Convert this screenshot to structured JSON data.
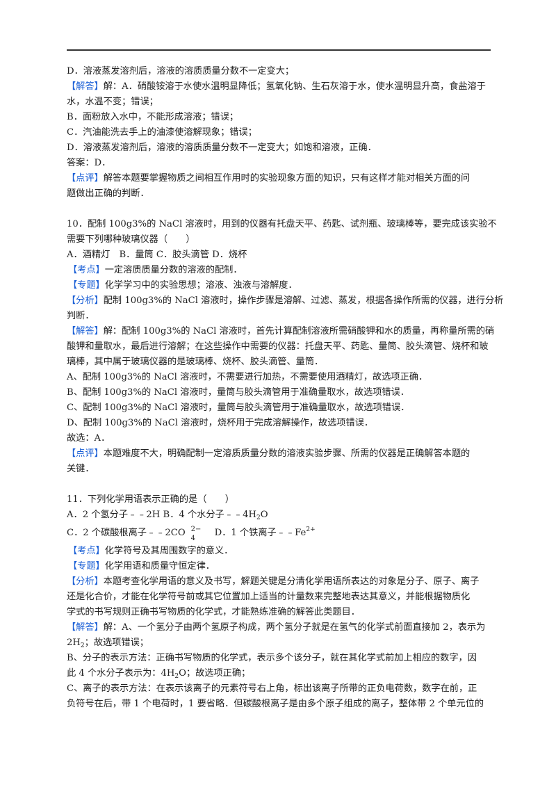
{
  "q9_tail": {
    "option_d": "D．溶液蒸发溶剂后，溶液的溶质质量分数不一定变大；",
    "answer_tag": "【解答】",
    "answer_line1": "解：A．硝酸铵溶于水使水温明显降低；氢氧化钠、生石灰溶于水，使水温明显升高，食盐溶于",
    "answer_line2": "水，水温不变；错误；",
    "answer_b": "B．面粉放入水中，不能形成溶液；错误；",
    "answer_c": "C．汽油能洗去手上的油漆使溶解现象；错误；",
    "answer_d": "D．溶液蒸发溶剂后，溶液的溶质质量分数不一定变大；如饱和溶液，正确．",
    "final": "答案：D．",
    "comment_tag": "【点评】",
    "comment_line1": "解答本题要掌握物质之间相互作用时的实验现象方面的知识，只有这样才能对相关方面的问",
    "comment_line2": "题做出正确的判断．"
  },
  "q10": {
    "stem_line1": "10．配制 100g3%的 NaCl 溶液时，用到的仪器有托盘天平、药匙、试剂瓶、玻璃棒等，要完成该实验不",
    "stem_line2": "需要下列哪种玻璃仪器（　　）",
    "options": "A．酒精灯　B．量筒 C．胶头滴管 D．烧杯",
    "kaodian_tag": "【考点】",
    "kaodian": "一定溶质质量分数的溶液的配制．",
    "zhuanti_tag": "【专题】",
    "zhuanti": "化学学习中的实验思想；溶液、浊液与溶解度．",
    "fenxi_tag": "【分析】",
    "fenxi_line1": "配制 100g3%的 NaCl 溶液时，操作步骤是溶解、过滤、蒸发，根据各操作所需的仪器，进行分析",
    "fenxi_line2": "判断．",
    "jieda_tag": "【解答】",
    "jieda_line1": "解：配制 100g3%的 NaCl 溶液时，首先计算配制溶液所需硝酸钾和水的质量，再称量所需的硝",
    "jieda_line2": "酸钾和量取水，最后进行溶解；在这些操作中需要的仪器：托盘天平、药匙、量筒、胶头滴管、烧杯和玻",
    "jieda_line3": "璃棒，其中属于玻璃仪器的是玻璃棒、烧杯、胶头滴管、量筒．",
    "jieda_a": "A、配制 100g3%的 NaCl 溶液时，不需要进行加热，不需要使用酒精灯，故选项正确．",
    "jieda_b": "B、配制 100g3%的 NaCl 溶液时，量筒与胶头滴管用于准确量取水，故选项错误．",
    "jieda_c": "C、配制 100g3%的 NaCl 溶液时，量筒与胶头滴管用于准确量取水，故选项错误．",
    "jieda_d": "D、配制 100g3%的 NaCl 溶液时，烧杯用于完成溶解操作，故选项错误．",
    "final": "故选：A．",
    "dianping_tag": "【点评】",
    "dianping_line1": "本题难度不大，明确配制一定溶质质量分数的溶液实验步骤、所需的仪器是正确解答本题的",
    "dianping_line2": "关键．"
  },
  "q11": {
    "stem": "11．下列化学用语表示正确的是（　　）",
    "opt_a": "A．2 个氢分子﹣﹣2H B．4 个水分子﹣﹣4H",
    "opt_a_sub": "2",
    "opt_a_tail": "O",
    "opt_c": "C．2 个碳酸根离子﹣﹣2CO",
    "opt_c_sup": "2−",
    "opt_c_sub": "4",
    "opt_d": "D．1 个铁离子﹣﹣Fe",
    "opt_d_sup": "2+",
    "kaodian_tag": "【考点】",
    "kaodian": "化学符号及其周围数字的意义．",
    "zhuanti_tag": "【专题】",
    "zhuanti": "化学用语和质量守恒定律．",
    "fenxi_tag": "【分析】",
    "fenxi_line1": "本题考查化学用语的意义及书写，解题关键是分清化学用语所表达的对象是分子、原子、离子",
    "fenxi_line2": "还是化合价，才能在化学符号前或其它位置加上适当的计量数来完整地表达其意义，并能根据物质化",
    "fenxi_line3": "学式的书写规则正确书写物质的化学式，才能熟练准确的解答此类题目．",
    "jieda_tag": "【解答】",
    "jieda_line1": "解：A、一个氢分子由两个氢原子构成，两个氢分子就是在氢气的化学式前面直接加 2，表示为",
    "jieda_line2_pre": "2H",
    "jieda_line2_sub": "2",
    "jieda_line2_post": "；故选项错误；",
    "jieda_b1": "B、分子的表示方法：正确书写物质的化学式，表示多个该分子，就在其化学式前加上相应的数字，因",
    "jieda_b2_pre": "此 4 个水分子表示为：4H",
    "jieda_b2_sub": "2",
    "jieda_b2_post": "O；故选项正确；",
    "jieda_c1": "C、离子的表示方法：在表示该离子的元素符号右上角，标出该离子所带的正负电荷数，数字在前，正",
    "jieda_c2": "负符号在后，带 1 个电荷时，1 要省略．但碳酸根离子是由多个原子组成的离子，整体带 2 个单元位的"
  },
  "colors": {
    "tag_blue": "#1a5fd6",
    "text": "#222222",
    "rule": "#333333"
  }
}
